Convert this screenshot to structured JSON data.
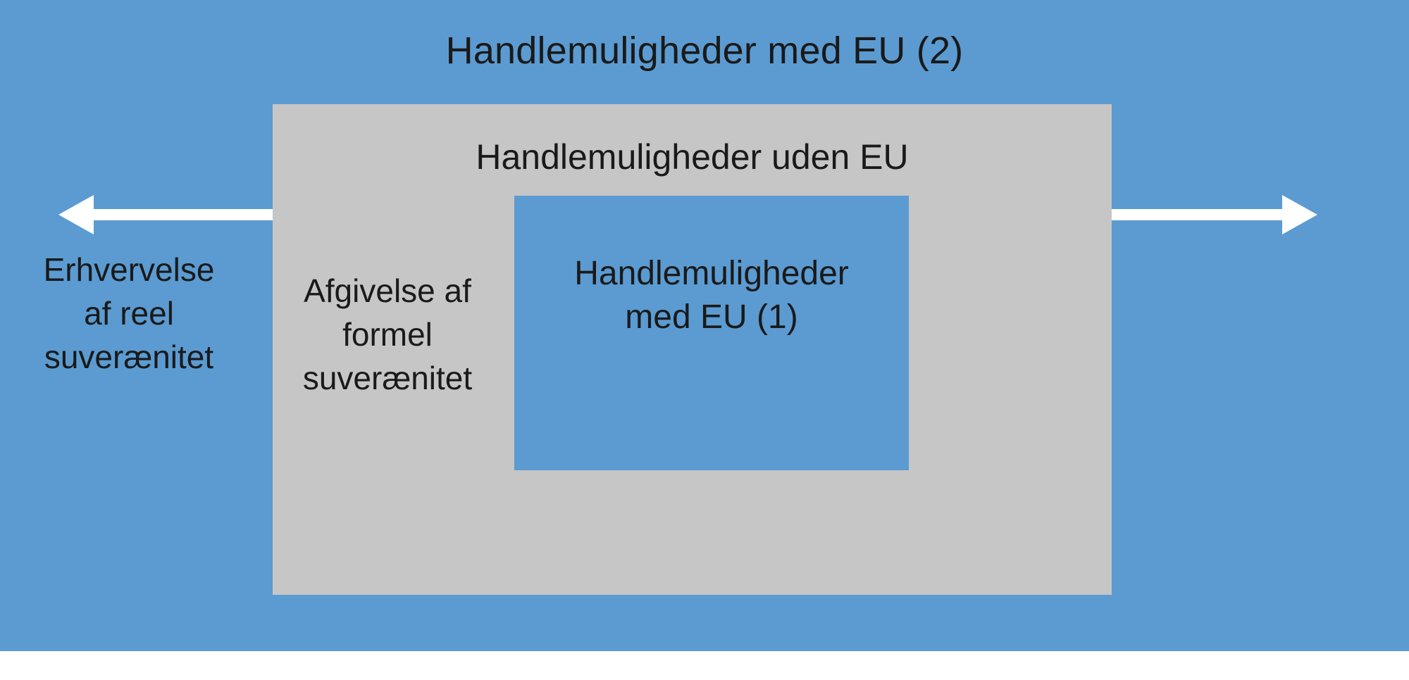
{
  "slide": {
    "title": "Handlemuligheder med EU (2)",
    "background_color": "#5b9bd1",
    "outer_box_color": "#c6c6c6",
    "inner_box_color": "#5b9bd1",
    "arrow_color": "#ffffff",
    "text_color": "#1a1a1a"
  },
  "outer_box": {
    "label": "Handlemuligheder uden EU"
  },
  "inner_box": {
    "label": "Handlemuligheder\nmed EU (1)"
  },
  "captions": {
    "left": "Erhvervelse\naf reel\nsuverænitet",
    "middle": "Afgivelse af\nformel\nsuverænitet"
  },
  "arrows": [
    {
      "name": "arrow-acquire-sovereignty",
      "direction": "left",
      "description": "Erhvervelse af reel suverænitet"
    },
    {
      "name": "arrow-expanded-scope",
      "direction": "right",
      "description": "Handlemuligheder med EU (2)"
    },
    {
      "name": "arrow-cede-formal",
      "direction": "right",
      "description": "Afgivelse af formel suverænitet"
    },
    {
      "name": "arrow-eu-returns",
      "direction": "left",
      "description": "Handlemuligheder med EU (1)"
    }
  ]
}
